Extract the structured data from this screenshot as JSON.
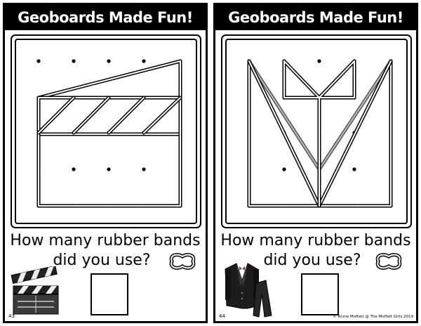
{
  "cards": [
    {
      "title": "Geoboards Made Fun!",
      "question_line1": "How many rubber bands",
      "question_line2": "did you use?",
      "page_number": "43",
      "picture": "clapperboard-icon"
    },
    {
      "title": "Geoboards Made Fun!",
      "question_line1": "How many rubber bands",
      "question_line2": "did you use?",
      "page_number": "44",
      "picture": "tuxedo-icon",
      "credit": "© Annie Moffatt @ The Moffatt Girls 2019"
    }
  ],
  "colors": {
    "ink": "#000000",
    "band_gray": "#9a9a9a",
    "bowtie_red": "#b8232b"
  }
}
